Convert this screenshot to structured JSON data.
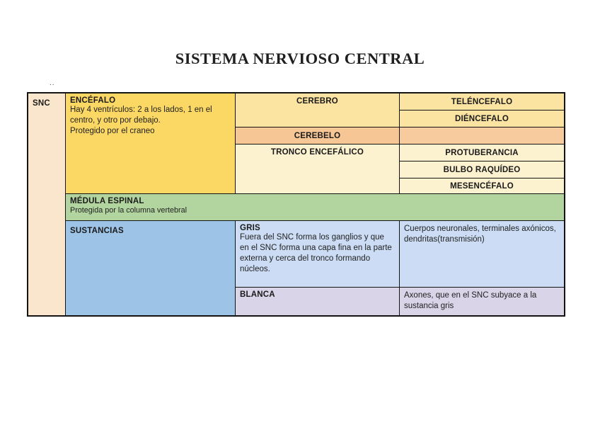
{
  "page": {
    "title": "SISTEMA NERVIOSO CENTRAL",
    "stray_mark": ".."
  },
  "table": {
    "snc": {
      "label": "SNC"
    },
    "encefalo": {
      "title": "ENCÉFALO",
      "line1": "Hay 4 ventrículos: 2  a los lados, 1 en el centro, y otro por debajo.",
      "line2": "Protegido por el craneo"
    },
    "cerebro": {
      "label": "CEREBRO"
    },
    "telencefalo": {
      "label": "TELÉNCEFALO"
    },
    "diencefalo": {
      "label": "DIÉNCEFALO"
    },
    "cerebelo": {
      "label": "CEREBELO"
    },
    "tronco": {
      "label": "TRONCO ENCEFÁLICO"
    },
    "protuberancia": {
      "label": "PROTUBERANCIA"
    },
    "bulbo": {
      "label": "BULBO RAQUÍDEO"
    },
    "mesencefalo": {
      "label": "MESENCÉFALO"
    },
    "medula": {
      "title": "MÉDULA ESPINAL",
      "subtitle": "Protegida por la columna vertebral"
    },
    "sustancias": {
      "label": "SUSTANCIAS"
    },
    "gris": {
      "title": "GRIS",
      "body": "Fuera del SNC forma los ganglios y que en el SNC forma una capa fina en la parte externa y cerca del tronco formando núcleos."
    },
    "cuerpos": {
      "body": "Cuerpos neuronales, terminales axónicos, dendritas(transmisión)"
    },
    "blanca": {
      "title": "BLANCA"
    },
    "axones": {
      "body": "Axones, que en el SNC subyace a la sustancia gris"
    }
  },
  "colors": {
    "snc_bg": "#FAE5CD",
    "encefalo_bg": "#FBD763",
    "cerebro_bg": "#FBE3A1",
    "cerebelo_bg": "#F6C695",
    "cerebelo_empty_bg": "#F8CB9E",
    "tronco_bg": "#FDF2D0",
    "medula_bg": "#B2D5A0",
    "sustancias_bg": "#9DC3E7",
    "gris_bg": "#CBDCF4",
    "blanca_bg": "#DAD4E8",
    "border": "#141414",
    "title_text": "#1F1F1F"
  }
}
